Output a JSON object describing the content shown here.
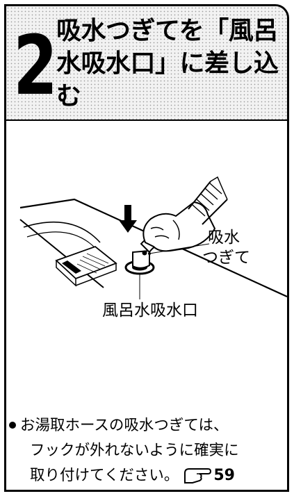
{
  "step": {
    "number": "2",
    "title": "吸水つぎてを「風呂水吸水口」に差し込む"
  },
  "illustration": {
    "part_label_line1": "吸水",
    "part_label_line2": "つぎて",
    "inlet_label": "風呂水吸水口"
  },
  "note": {
    "line1": "お湯取ホースの吸水つぎては、",
    "line2": "フックが外れないように確実に",
    "line3": "取り付けてください。",
    "page_ref": "59",
    "ref_icon": "pointing-hand-icon"
  }
}
